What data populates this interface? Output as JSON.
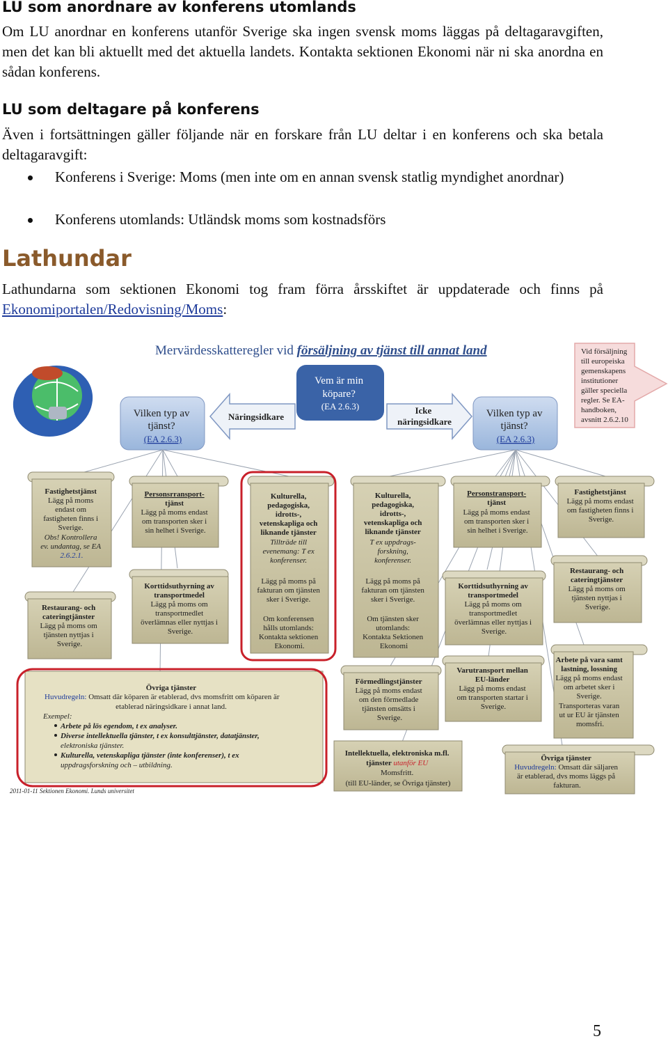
{
  "section1": {
    "heading": "LU som anordnare av konferens utomlands",
    "text": "Om LU anordnar en konferens utanför Sverige ska ingen svensk moms läggas på deltagaravgiften, men det kan bli aktuellt med det aktuella landets. Kontakta sektionen Ekonomi när ni ska anordna en sådan konferens."
  },
  "section2": {
    "heading": "LU som deltagare på konferens",
    "text": "Även i fortsättningen gäller följande när en forskare från LU deltar i en konferens och ska betala deltagaravgift:",
    "bullets": [
      "Konferens i Sverige: Moms (men inte om en annan svensk statlig myndighet anordnar)",
      "Konferens utomlands: Utländsk moms som kostnadsförs"
    ]
  },
  "section3": {
    "heading": "Lathundar",
    "text_before": "Lathundarna som sektionen Ekonomi tog fram förra årsskiftet är uppdaterade och finns på ",
    "link": "Ekonomiportalen/Redovisning/Moms",
    "text_after": ":"
  },
  "diagram": {
    "title_plain": "Mervärdesskatteregler vid ",
    "title_emph": "försäljning av tjänst till annat land",
    "side_note": [
      "Vid försäljning",
      "till europeiska",
      "gemenskapens",
      "institutioner",
      "gäller speciella",
      "regler. Se EA-",
      "handboken,",
      "avsnitt 2.6.2.10"
    ],
    "center_q": [
      "Vem är min",
      "köpare?",
      "(EA 2.6.3)"
    ],
    "left_q": [
      "Vilken typ av",
      "tjänst?",
      "(EA 2.6.3)"
    ],
    "right_q": [
      "Vilken typ av",
      "tjänst?",
      "(EA 2.6.3)"
    ],
    "left_arrow": "Näringsidkare",
    "right_arrow": [
      "Icke",
      "näringsidkare"
    ],
    "L1": [
      "Fastighetstjänst",
      "Lägg på moms",
      "endast om",
      "fastigheten finns i",
      "Sverige.",
      "Obs! Kontrollera",
      "ev. undantag, se EA",
      "2.6.2.1."
    ],
    "L2": [
      "Personsrransport-",
      "tjänst",
      "Lägg på moms endast",
      "om transporten sker i",
      "sin helhet i Sverige."
    ],
    "L3": [
      "Kulturella,",
      "pedagogiska,",
      "idrotts-,",
      "vetenskapliga och",
      "liknande tjänster",
      "Tillträde till",
      "evenemang: T ex",
      "konferenser.",
      "",
      "Lägg på moms på",
      "fakturan om tjänsten",
      "sker i Sverige.",
      "",
      "Om konferensen",
      "hålls utomlands:",
      "Kontakta sektionen",
      "Ekonomi."
    ],
    "L4": [
      "Korttidsuthyrning av",
      "transportmedel",
      "Lägg på moms om",
      "transportmedlet",
      "överlämnas eller nyttjas i",
      "Sverige."
    ],
    "L5": [
      "Restaurang- och",
      "cateringtjänster",
      "Lägg på moms om",
      "tjänsten nyttjas i",
      "Sverige."
    ],
    "L6": {
      "title": "Övriga tjänster",
      "rule_label": "Huvudregeln:",
      "rule_text": " Omsatt där köparen är etablerad, dvs momsfritt om köparen är",
      "rule_text2": "etablerad näringsidkare i annat land.",
      "example": "Exempel:",
      "items": [
        "Arbete på lös egendom, t ex analyser.",
        "Diverse intellektuella tjänster, t ex konsulttjänster, datatjänster,",
        "elektroniska tjänster.",
        "Kulturella, vetenskapliga tjänster (inte konferenser), t ex",
        "uppdragsforskning och – utbildning."
      ]
    },
    "footer": "2011-01-11 Sektionen Ekonomi. Lunds universitet",
    "R1": [
      "Kulturella,",
      "pedagogiska,",
      "idrotts-,",
      "vetenskapliga och",
      "liknande tjänster",
      "T ex uppdrags-",
      "forskning,",
      "konferenser.",
      "",
      "Lägg på moms på",
      "fakturan om tjänsten",
      "sker i Sverige.",
      "",
      "Om tjänsten sker",
      "utomlands:",
      "Kontakta Sektionen",
      "Ekonomi"
    ],
    "R2": [
      "Personstransport-",
      "tjänst",
      "Lägg på moms endast",
      "om transporten sker i",
      "sin helhet i Sverige."
    ],
    "R3": [
      "Fastighetstjänst",
      "Lägg på moms endast",
      "om fastigheten finns i",
      "Sverige."
    ],
    "R4": [
      "Korttidsuthyrning av",
      "transportmedel",
      "Lägg på moms om",
      "transportmedlet",
      "överlämnas eller nyttjas i",
      "Sverige."
    ],
    "R5": [
      "Restaurang- och",
      "cateringtjänster",
      "Lägg på moms om",
      "tjänsten nyttjas i",
      "Sverige."
    ],
    "R6": [
      "Förmedlingstjänster",
      "Lägg på moms endast",
      "om den förmedlade",
      "tjänsten omsätts i",
      "Sverige."
    ],
    "R7": [
      "Varutransport mellan",
      "EU-länder",
      "Lägg på moms endast",
      "om transporten startar i",
      "Sverige."
    ],
    "R8": [
      "Arbete på vara samt",
      "lastning, lossning",
      "Lägg på moms endast",
      "om arbetet sker i",
      "Sverige.",
      "Transporteras varan",
      "ut ur EU är tjänsten",
      "momsfri."
    ],
    "R9": {
      "title": "Intellektuella, elektroniska m.fl.",
      "line2a": "tjänster ",
      "line2b": "utanför EU",
      "line3": "Momsfritt.",
      "line4": "(till EU-länder, se Övriga tjänster)"
    },
    "R10": {
      "title": "Övriga tjänster",
      "rule_label": "Huvudregeln:",
      "rule_text": " Omsatt där säljaren",
      "line2": "är etablerad, dvs moms läggs på",
      "line3": "fakturan."
    }
  },
  "page_number": "5",
  "colors": {
    "heading_brown": "#8a5a2b",
    "link_blue": "#1d3a9a",
    "box_fill": "#c9c3a2",
    "question_fill": "#a9c3e2",
    "center_fill": "#3a63a7",
    "highlight_red": "#c8202a"
  }
}
